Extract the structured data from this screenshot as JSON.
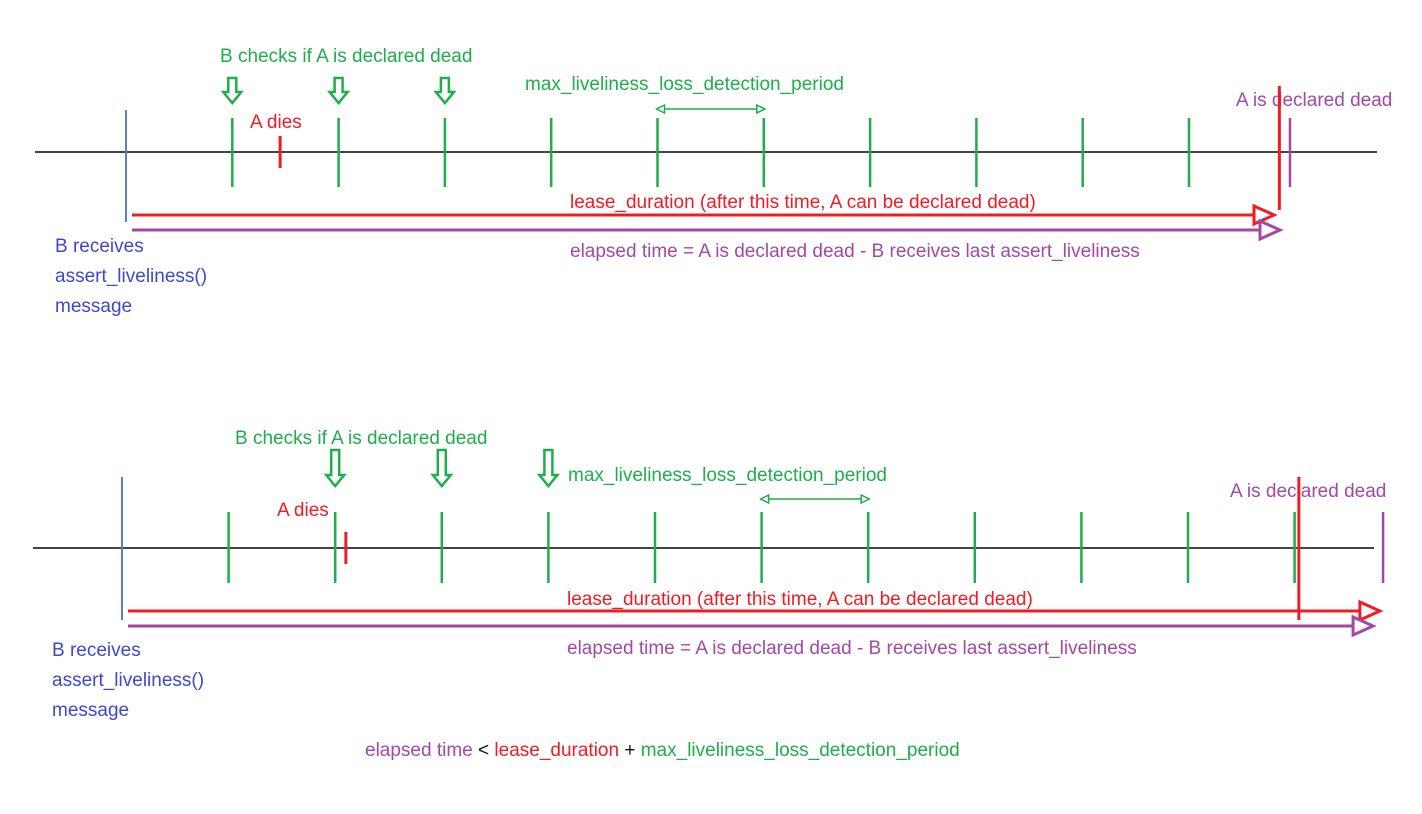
{
  "colors": {
    "timeline": "#444444",
    "receive": "#5b7fc0",
    "check": "#1fae4b",
    "death": "#ee1c25",
    "elapsed": "#a349a4",
    "receive_text": "#3f48cc"
  },
  "diagrams": [
    {
      "id": "scenario-1",
      "check_label": "B checks if A is declared dead",
      "dies_label": "A dies",
      "period_label": "max_liveliness_loss_detection_period",
      "declared_label": "A is declared dead",
      "lease_label": "lease_duration (after this time, A can be declared dead)",
      "elapsed_label": "elapsed time = A is declared dead - B receives  last assert_liveliness",
      "receive_label_lines": [
        "B receives",
        "assert_liveliness()",
        "message"
      ],
      "timeline": {
        "receive_t": 0,
        "check_ticks": [
          1,
          2,
          3,
          4,
          5,
          6,
          7,
          8,
          9,
          10
        ],
        "dies_t": 1.45,
        "lease_end_t": 10.8,
        "declared_t": 10.85,
        "elapsed_end_t": 10.95,
        "arrow_checks": [
          1,
          2,
          3
        ],
        "period_between": [
          5,
          6
        ]
      }
    },
    {
      "id": "scenario-2",
      "check_label": "B checks if A is declared dead",
      "dies_label": "A dies",
      "period_label": "max_liveliness_loss_detection_period",
      "declared_label": "A is declared dead",
      "lease_label": "lease_duration (after this time, A can be declared dead)",
      "elapsed_label": "elapsed time = A is declared dead - B receives  last assert_liveliness",
      "receive_label_lines": [
        "B receives",
        "assert_liveliness()",
        "message"
      ],
      "timeline": {
        "receive_t": 0,
        "check_ticks": [
          1,
          2,
          3,
          4,
          5,
          6,
          7,
          8,
          9,
          10,
          11
        ],
        "dies_t": 2.1,
        "lease_end_t": 11.8,
        "declared_t": 11.04,
        "elapsed_end_t": 11.83,
        "arrow_checks": [
          2,
          3,
          4
        ],
        "period_between": [
          6,
          7
        ]
      }
    }
  ],
  "formula": {
    "left": "elapsed time",
    "lt": "<",
    "lease": "lease_duration",
    "plus": "+",
    "period": "max_liveliness_loss_detection_period"
  }
}
